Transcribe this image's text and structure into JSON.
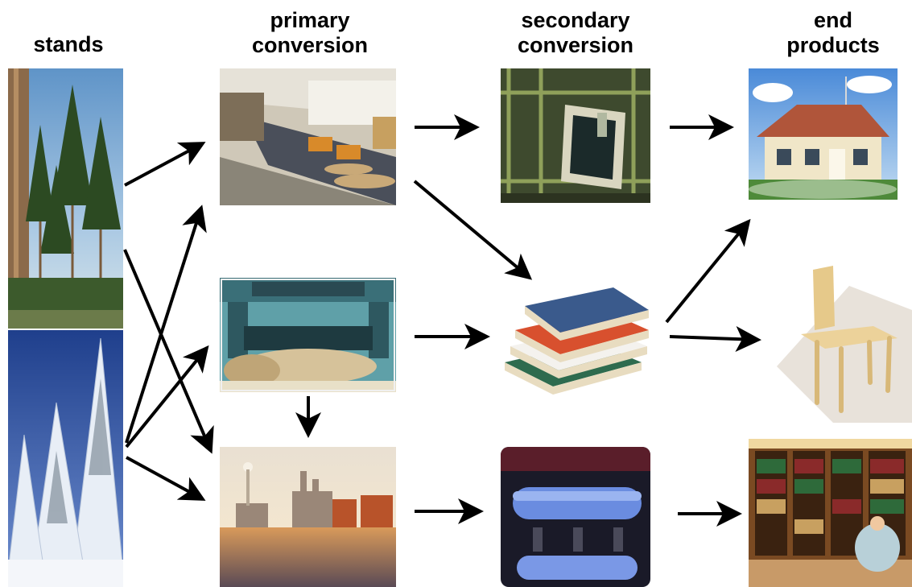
{
  "headers": {
    "stands": [
      "stands"
    ],
    "primary_conversion": [
      "primary",
      "conversion"
    ],
    "secondary_conversion": [
      "secondary",
      "conversion"
    ],
    "end_products": [
      "end",
      "products"
    ]
  },
  "images": {
    "stands": [
      "pine-forest-summer",
      "spruce-forest-winter"
    ],
    "primary_conversion": [
      "sawmill",
      "veneer-peeling-lathe",
      "pulp-and-paper-mill"
    ],
    "secondary_conversion": [
      "window-frame-manufacturing",
      "plywood-panels",
      "paper-machine-rolls"
    ],
    "end_products": [
      "house",
      "chair",
      "bookcase"
    ]
  },
  "colors": {
    "arrow": "#000000",
    "text": "#000000",
    "background": "#ffffff"
  }
}
